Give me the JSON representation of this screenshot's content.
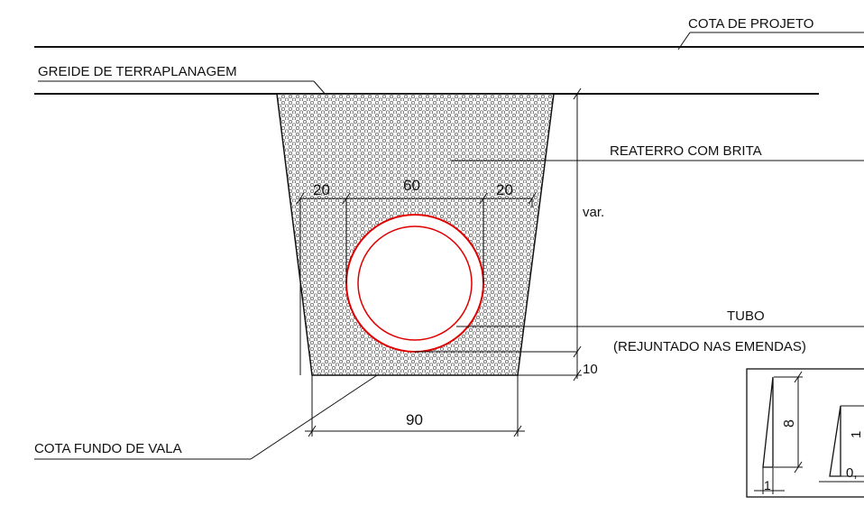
{
  "labels": {
    "cota_projeto": "COTA DE PROJETO",
    "greide": "GREIDE DE TERRAPLANAGEM",
    "reaterro": "REATERRO COM BRITA",
    "tubo": "TUBO",
    "rejuntado": "(REJUNTADO NAS EMENDAS)",
    "cota_fundo": "COTA FUNDO DE VALA"
  },
  "dimensions": {
    "left_offset": "20",
    "pipe_width": "60",
    "right_offset": "20",
    "var": "var.",
    "bottom_layer": "10",
    "trench_width": "90"
  },
  "detail": {
    "height_ratio": "8",
    "base_ratio": "1",
    "partial_value": "0,",
    "partial_ratio": "1"
  },
  "colors": {
    "line": "#111111",
    "pipe": "#e00000",
    "gravel": "#bdbdbd"
  }
}
